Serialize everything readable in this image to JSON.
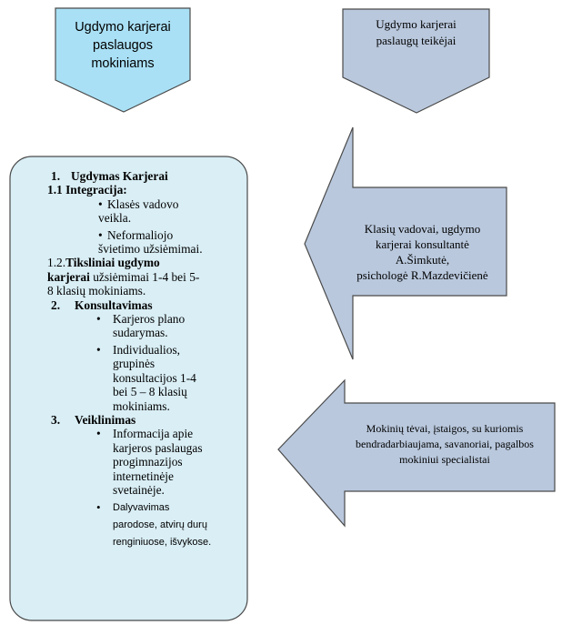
{
  "pentagon_left": {
    "lines": [
      "Ugdymo karjerai",
      "paslaugos",
      "mokiniams"
    ]
  },
  "pentagon_right": {
    "lines": [
      "Ugdymo karjerai",
      "paslaugų teikėjai"
    ]
  },
  "arrow_top": {
    "lines": [
      "Klasių vadovai, ugdymo",
      "karjerai konsultantė",
      "A.Šimkutė,",
      "psichologė R.Mazdevičienė"
    ]
  },
  "arrow_bottom": {
    "lines": [
      "Mokinių tėvai, įstaigos, su kuriomis",
      "bendradarbiaujama, savanoriai, pagalbos",
      "mokiniui specialistai"
    ]
  },
  "services": {
    "s1_num": "1.",
    "s1_title": "Ugdymas Karjerai",
    "s1_1_title": "1.1 Integracija:",
    "s1_1_items": [
      [
        "Klasės vadovo",
        "veikla."
      ],
      [
        "Neformaliojo",
        "švietimo užsiėmimai."
      ]
    ],
    "s1_2_prefix": "1.2.",
    "s1_2_bold1": "Tiksliniai ugdymo",
    "s1_2_bold2": "karjerai",
    "s1_2_rest": " užsiėmimai 1-4 bei 5-",
    "s1_2_line3": "8 klasių mokiniams.",
    "s2_num": "2.",
    "s2_title": "Konsultavimas",
    "s2_items": [
      [
        "Karjeros plano",
        "sudarymas."
      ],
      [
        "Individualios,",
        "grupinės",
        "konsultacijos 1-4",
        "bei 5 – 8 klasių",
        "mokiniams."
      ]
    ],
    "s3_num": "3.",
    "s3_title": "Veiklinimas",
    "s3_items": [
      [
        "Informacija apie",
        "karjeros paslaugas",
        "progimnazijos",
        "internetinėje",
        "svetainėje."
      ]
    ],
    "s3_small_item": [
      "Dalyvavimas",
      "parodose, atvirų durų",
      "renginiuose, išvykose."
    ]
  },
  "colors": {
    "light_blue": "#a9e0f5",
    "steel_blue": "#b9c8dd",
    "stroke": "#4a4a4a"
  }
}
